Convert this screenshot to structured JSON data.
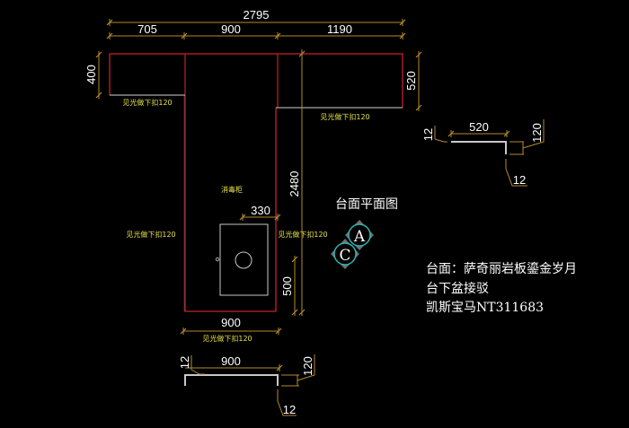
{
  "colors": {
    "background": "#000000",
    "outline": "#c8202a",
    "dimension": "#b58a2e",
    "edge": "#a8a8a8",
    "note": "#e6e04a",
    "callout_circle": "#2fb3b0",
    "callout_marker": "#8a8a8a",
    "text": "#ffffff"
  },
  "plan": {
    "title": "台面平面图",
    "overall_width": "2795",
    "segments": [
      "705",
      "900",
      "1190"
    ],
    "left_depth": "400",
    "right_depth": "520",
    "stem_length": "2480",
    "stem_width": "900",
    "sink_offset": "330",
    "sink_to_end": "500",
    "appliance_label": "消毒柜",
    "edge_notes": {
      "left_wing": "见光做下扣120",
      "right_wing": "见光做下扣120",
      "stem_left": "见光做下扣120",
      "stem_right": "见光做下扣120",
      "stem_bottom": "见光做下扣120"
    }
  },
  "callouts": {
    "a": "A",
    "c": "C"
  },
  "section_a": {
    "width": "520",
    "thickness_left": "12",
    "thickness_right": "12",
    "drop": "120"
  },
  "section_c": {
    "width": "900",
    "thickness_left": "12",
    "thickness_right": "12",
    "drop": "120"
  },
  "info": {
    "line1": "台面：萨奇丽岩板鎏金岁月",
    "line2": "台下盆接驳",
    "line3": "凯斯宝马NT311683"
  }
}
